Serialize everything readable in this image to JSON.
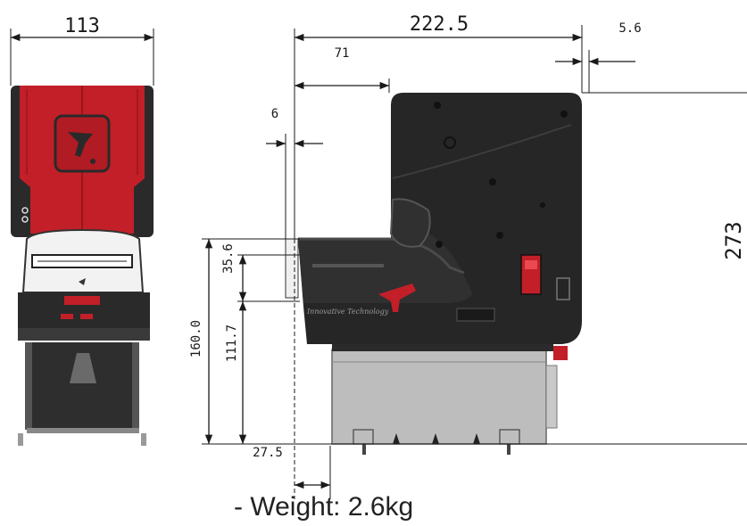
{
  "dimensions": {
    "front_width": "113",
    "overall_length": "222.5",
    "top_offset": "71",
    "right_offset": "5.6",
    "left_offset": "6",
    "overall_height": "273",
    "entry_height": "35.6",
    "base_height": "160.0",
    "mid_height": "111.7",
    "bottom_offset": "27.5"
  },
  "product": {
    "brand_text": "Innovative Technology"
  },
  "caption": {
    "weight": "- Weight: 2.6kg"
  },
  "colors": {
    "body_dark": "#2b2b2b",
    "accent_red": "#c8202a",
    "cashbox_gray": "#bdbdbd",
    "line": "#1a1a1a"
  }
}
